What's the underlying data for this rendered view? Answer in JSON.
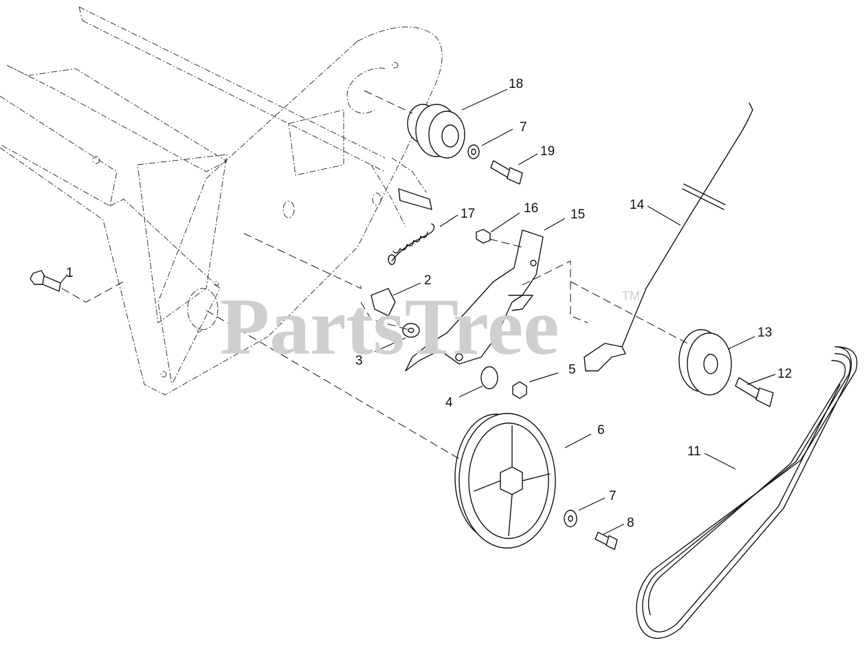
{
  "watermark": {
    "text": "PartsTree",
    "trademark": "TM"
  },
  "callouts": [
    {
      "id": "c1",
      "label": "1"
    },
    {
      "id": "c2",
      "label": "2"
    },
    {
      "id": "c3",
      "label": "3"
    },
    {
      "id": "c4",
      "label": "4"
    },
    {
      "id": "c5",
      "label": "5"
    },
    {
      "id": "c6",
      "label": "6"
    },
    {
      "id": "c7a",
      "label": "7"
    },
    {
      "id": "c7b",
      "label": "7"
    },
    {
      "id": "c8",
      "label": "8"
    },
    {
      "id": "c11",
      "label": "11"
    },
    {
      "id": "c12",
      "label": "12"
    },
    {
      "id": "c13",
      "label": "13"
    },
    {
      "id": "c14",
      "label": "14"
    },
    {
      "id": "c15",
      "label": "15"
    },
    {
      "id": "c16",
      "label": "16"
    },
    {
      "id": "c17",
      "label": "17"
    },
    {
      "id": "c18",
      "label": "18"
    },
    {
      "id": "c19",
      "label": "19"
    }
  ],
  "colors": {
    "line": "#111111",
    "watermark": "#cfcfcf",
    "background": "#ffffff"
  }
}
